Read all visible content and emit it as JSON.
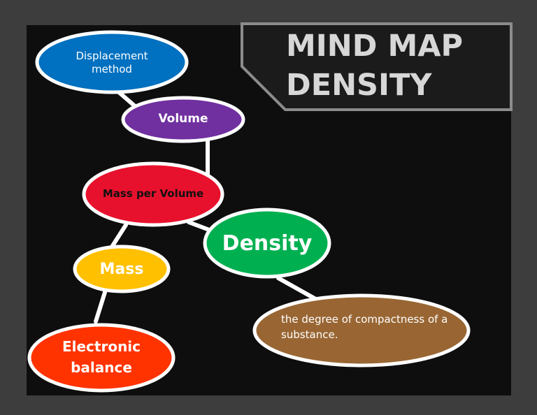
{
  "title": {
    "line1": "MIND MAP",
    "line2": "DENSITY"
  },
  "nodes": {
    "displacement": "Displacement method",
    "volume": "Volume",
    "mass_per_volume": "Mass per Volume",
    "density": "Density",
    "mass": "Mass",
    "electronic_balance": "Electronic balance",
    "definition": "the degree of compactness of a substance."
  },
  "colors": {
    "displacement": "#0070c0",
    "volume": "#7030a0",
    "mass_per_volume": "#e8112d",
    "density": "#00b050",
    "mass": "#ffc000",
    "electronic_balance": "#ff3300",
    "definition": "#996633"
  }
}
